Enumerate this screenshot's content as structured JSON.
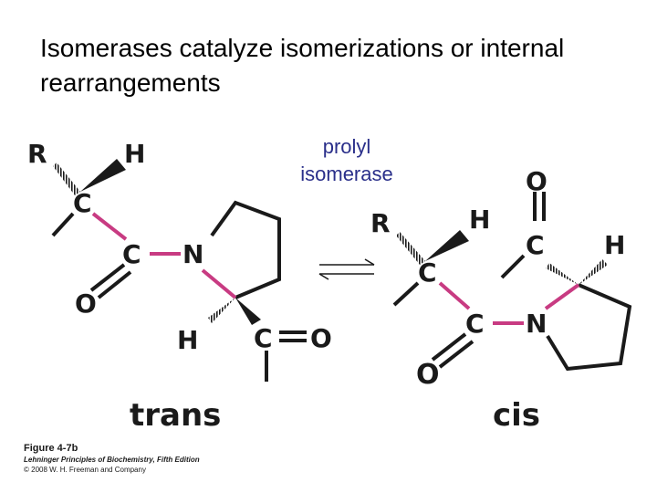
{
  "title": "Isomerases catalyze isomerizations or internal rearrangements",
  "enzyme": {
    "line1": "prolyl",
    "line2": "isomerase"
  },
  "colors": {
    "bond": "#1a1a1a",
    "peptide_bond": "#c83b82",
    "label": "#2a2f8a"
  },
  "trans": {
    "label": "trans",
    "atoms": {
      "r": "R",
      "h_top": "H",
      "c_alpha": "C",
      "c_carbonyl": "C",
      "o": "O",
      "n": "N",
      "h_bottom": "H",
      "c_carboxyl": "C",
      "o_carboxyl": "O"
    }
  },
  "cis": {
    "label": "cis",
    "atoms": {
      "r": "R",
      "h_top": "H",
      "c_alpha": "C",
      "c_carbonyl": "C",
      "o_bottom": "O",
      "n": "N",
      "c_top": "C",
      "o_top": "O",
      "h_right": "H"
    }
  },
  "caption": {
    "figure": "Figure 4-7b",
    "book": "Lehninger Principles of Biochemistry, Fifth Edition",
    "copyright": "© 2008 W. H. Freeman and Company"
  }
}
